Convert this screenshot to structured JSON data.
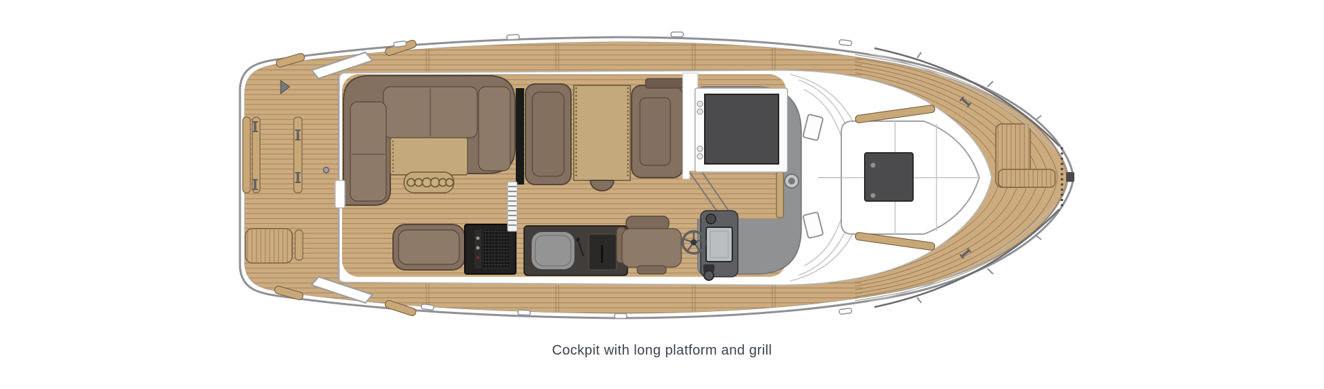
{
  "caption": {
    "text": "Cockpit with long platform and grill"
  },
  "colors": {
    "page_bg": "#ffffff",
    "caption_text": "#3a4150",
    "hull_outline": "#8e9093",
    "deck_seam": "#b9bbbd",
    "teak": "#ccab7e",
    "teak_line": "#8a6a48",
    "teak_trim": "#c9a878",
    "upholstery": "#83705f",
    "upholstery_light": "#8e7a69",
    "upholstery_dark": "#54473b",
    "table_wood": "#c4a97c",
    "table_edge": "#6b5838",
    "roof_gray": "#8f9193",
    "hatch_dark": "#4b4b4d",
    "console_gray": "#5d5f62",
    "screen_gray": "#b9bfc1",
    "counter_dark": "#403d3a",
    "sink_gray": "#949494",
    "grill_black": "#141414",
    "grill_housing": "#23211f",
    "metal_gray": "#6b6d70"
  },
  "boat": {
    "view": "top-down deck plan",
    "bow": "right",
    "stern": "left",
    "features": [
      {
        "name": "swim-platform",
        "label": "Teak swim platform (long platform)"
      },
      {
        "name": "boarding-gate-port",
        "label": "Boarding gate, port side"
      },
      {
        "name": "boarding-gate-starboard",
        "label": "Boarding gate, starboard side"
      },
      {
        "name": "transom-door",
        "label": "Transom door"
      },
      {
        "name": "cockpit-sofa",
        "label": "U-shaped cockpit sofa"
      },
      {
        "name": "cockpit-table",
        "label": "Cockpit table"
      },
      {
        "name": "cupholder-tray",
        "label": "Tray with six cup holders"
      },
      {
        "name": "aft-bench",
        "label": "Aft bench seat"
      },
      {
        "name": "grill",
        "label": "Cockpit grill module"
      },
      {
        "name": "cabin-door",
        "label": "Sliding cabin door"
      },
      {
        "name": "companionway-ladder",
        "label": "Companionway ladder"
      },
      {
        "name": "dinette-seat-port",
        "label": "Dinette seat, port"
      },
      {
        "name": "dinette-berth",
        "label": "Dinette table / berth filler"
      },
      {
        "name": "dinette-seat-starboard",
        "label": "Dinette seat, starboard"
      },
      {
        "name": "galley-counter",
        "label": "Galley counter"
      },
      {
        "name": "galley-sink",
        "label": "Galley sink"
      },
      {
        "name": "cooktop",
        "label": "Cooktop"
      },
      {
        "name": "helm-seat",
        "label": "Helm seat"
      },
      {
        "name": "helm-console",
        "label": "Helm console"
      },
      {
        "name": "steering-wheel",
        "label": "Steering wheel"
      },
      {
        "name": "pilothouse-roof",
        "label": "Pilothouse hardtop"
      },
      {
        "name": "companionway-hatch",
        "label": "Companionway hatch (open)"
      },
      {
        "name": "porthole",
        "label": "Deck porthole"
      },
      {
        "name": "windshield",
        "label": "Wrap-around windshield"
      },
      {
        "name": "roof-vents",
        "label": "Deck vents"
      },
      {
        "name": "bow-sunpad",
        "label": "Bow sunpad with seams"
      },
      {
        "name": "bow-hatch",
        "label": "Bow deck hatch"
      },
      {
        "name": "bow-seat",
        "label": "Teak bow seat"
      },
      {
        "name": "bow-ladder",
        "label": "Bow boarding ladder"
      },
      {
        "name": "anchor-chain",
        "label": "Anchor chain"
      },
      {
        "name": "bow-rails",
        "label": "Bow rails"
      },
      {
        "name": "cleats",
        "label": "Mooring cleats"
      },
      {
        "name": "chocks",
        "label": "Deck edge chocks"
      }
    ]
  }
}
